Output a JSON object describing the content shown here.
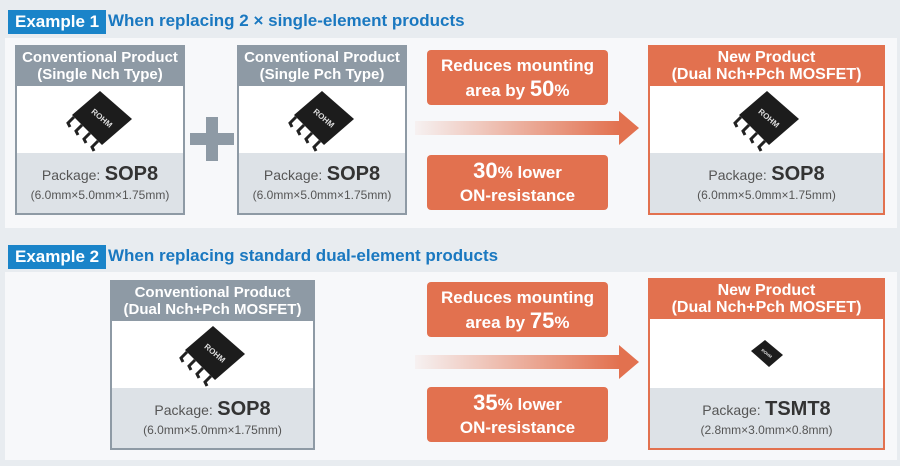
{
  "examples": [
    {
      "label": "Example 1",
      "title": "When replacing 2 × single-element products",
      "conventional": [
        {
          "header_line1": "Conventional Product",
          "header_line2": "(Single Nch Type)",
          "package_label": "Package:",
          "package": "SOP8",
          "dimensions": "(6.0mm×5.0mm×1.75mm)"
        },
        {
          "header_line1": "Conventional Product",
          "header_line2": "(Single Pch Type)",
          "package_label": "Package:",
          "package": "SOP8",
          "dimensions": "(6.0mm×5.0mm×1.75mm)"
        }
      ],
      "benefits": [
        {
          "pre": "Reduces mounting",
          "mid": "area by",
          "value": "50",
          "unit": "%"
        },
        {
          "value": "30",
          "unit": "%",
          "post": " lower",
          "line2": "ON-resistance"
        }
      ],
      "new": {
        "header_line1": "New Product",
        "header_line2": "(Dual Nch+Pch MOSFET)",
        "package_label": "Package:",
        "package": "SOP8",
        "dimensions": "(6.0mm×5.0mm×1.75mm)"
      }
    },
    {
      "label": "Example 2",
      "title": "When replacing standard dual-element products",
      "conventional": [
        {
          "header_line1": "Conventional Product",
          "header_line2": "(Dual Nch+Pch MOSFET)",
          "package_label": "Package:",
          "package": "SOP8",
          "dimensions": "(6.0mm×5.0mm×1.75mm)"
        }
      ],
      "benefits": [
        {
          "pre": "Reduces mounting",
          "mid": "area by",
          "value": "75",
          "unit": "%"
        },
        {
          "value": "35",
          "unit": "%",
          "post": " lower",
          "line2": "ON-resistance"
        }
      ],
      "new": {
        "header_line1": "New Product",
        "header_line2": "(Dual Nch+Pch MOSFET)",
        "package_label": "Package:",
        "package": "TSMT8",
        "dimensions": "(2.8mm×3.0mm×0.8mm)"
      }
    }
  ],
  "chip_brand": "ROHM",
  "colors": {
    "accent_blue": "#1a84c9",
    "orange": "#e2714f",
    "gray": "#8e9aa5"
  }
}
